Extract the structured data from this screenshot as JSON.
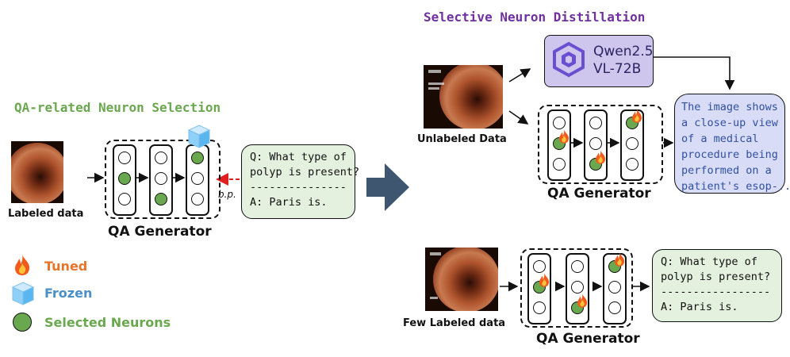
{
  "left_panel": {
    "title": "QA-related Neuron Selection",
    "image_caption": "Labeled data",
    "generator_label": "QA Generator",
    "backprop_label": "b.p.",
    "qa": {
      "question_line1": "Q: What type of",
      "question_line2": "polyp is present?",
      "separator": "-----------------",
      "answer": "A: Paris is."
    }
  },
  "legend": {
    "tuned": "Tuned",
    "frozen": "Frozen",
    "selected": "Selected Neurons"
  },
  "right_panel": {
    "title": "Selective Neuron Distillation",
    "unlabeled_caption": "Unlabeled Data",
    "model_line1": "Qwen2.5",
    "model_line2": "VL-72B",
    "generator_label_top": "QA Generator",
    "description_lines": [
      "The image shows",
      "a close-up view",
      "of a medical",
      "procedure being",
      "performed on a",
      "patient's esop-.."
    ],
    "few_labeled_caption": "Few Labeled data",
    "generator_label_bottom": "QA Generator",
    "qa": {
      "question_line1": "Q: What type of",
      "question_line2": "polyp is present?",
      "separator": "-----------------",
      "answer": "A: Paris is."
    }
  },
  "colors": {
    "selected_neuron": "#6aa84f",
    "tuned_text": "#e8742a",
    "frozen_text": "#4a90c8",
    "backprop_arrow": "#e02020",
    "qa_box_fill": "#e4f1de",
    "qwen_box_fill": "#cfc6ee",
    "desc_box_fill": "#d8dcf7",
    "big_arrow": "#3e5670"
  },
  "icons": [
    "fire-icon",
    "ice-cube-icon",
    "qwen-logo-icon"
  ]
}
